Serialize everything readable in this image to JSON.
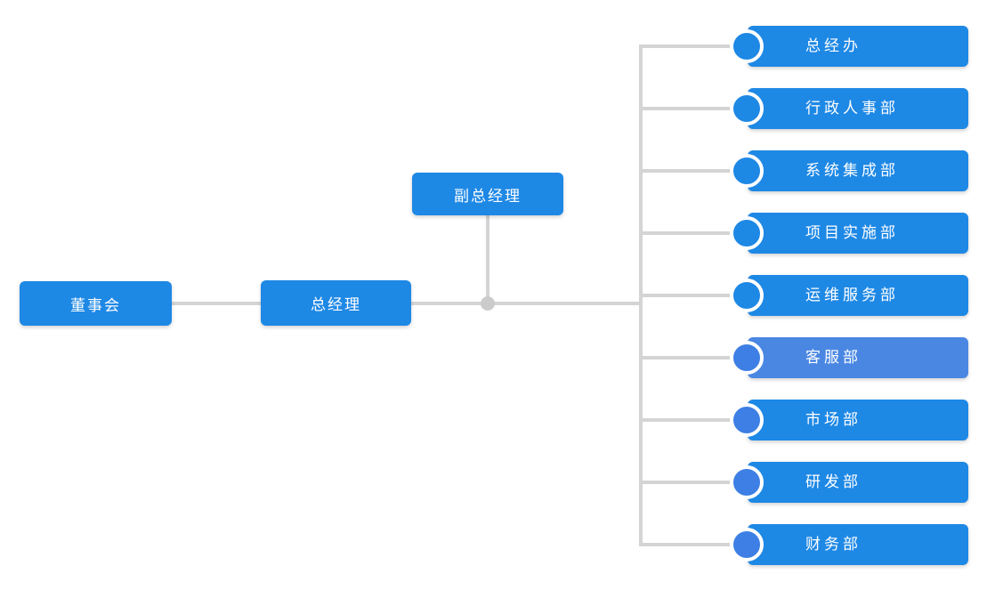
{
  "diagram": {
    "type": "org-chart",
    "background_color": "#ffffff",
    "connector_color": "#d4d4d4",
    "junction_dot_color": "#cbcbcb",
    "node_color": "#1e88e5",
    "highlight_bar_color": "#4a87e3",
    "light_circle_color": "#3d7fe4",
    "text_color": "#ffffff",
    "root_node": {
      "label": "董事会"
    },
    "manager_node": {
      "label": "总经理"
    },
    "deputy_node": {
      "label": "副总经理"
    },
    "departments": [
      {
        "label": "总经办",
        "bar_color": "#1e88e5",
        "circle_color": "#1e88e5",
        "highlighted": false
      },
      {
        "label": "行政人事部",
        "bar_color": "#1e88e5",
        "circle_color": "#1e88e5",
        "highlighted": false
      },
      {
        "label": "系统集成部",
        "bar_color": "#1e88e5",
        "circle_color": "#1e88e5",
        "highlighted": false
      },
      {
        "label": "项目实施部",
        "bar_color": "#1e88e5",
        "circle_color": "#1e88e5",
        "highlighted": false
      },
      {
        "label": "运维服务部",
        "bar_color": "#1e88e5",
        "circle_color": "#1e88e5",
        "highlighted": false
      },
      {
        "label": "客服部",
        "bar_color": "#4a87e3",
        "circle_color": "#3d7fe4",
        "highlighted": true
      },
      {
        "label": "市场部",
        "bar_color": "#1e88e5",
        "circle_color": "#3d7fe4",
        "highlighted": false
      },
      {
        "label": "研发部",
        "bar_color": "#1e88e5",
        "circle_color": "#3d7fe4",
        "highlighted": false
      },
      {
        "label": "财务部",
        "bar_color": "#1e88e5",
        "circle_color": "#3d7fe4",
        "highlighted": false
      }
    ]
  }
}
